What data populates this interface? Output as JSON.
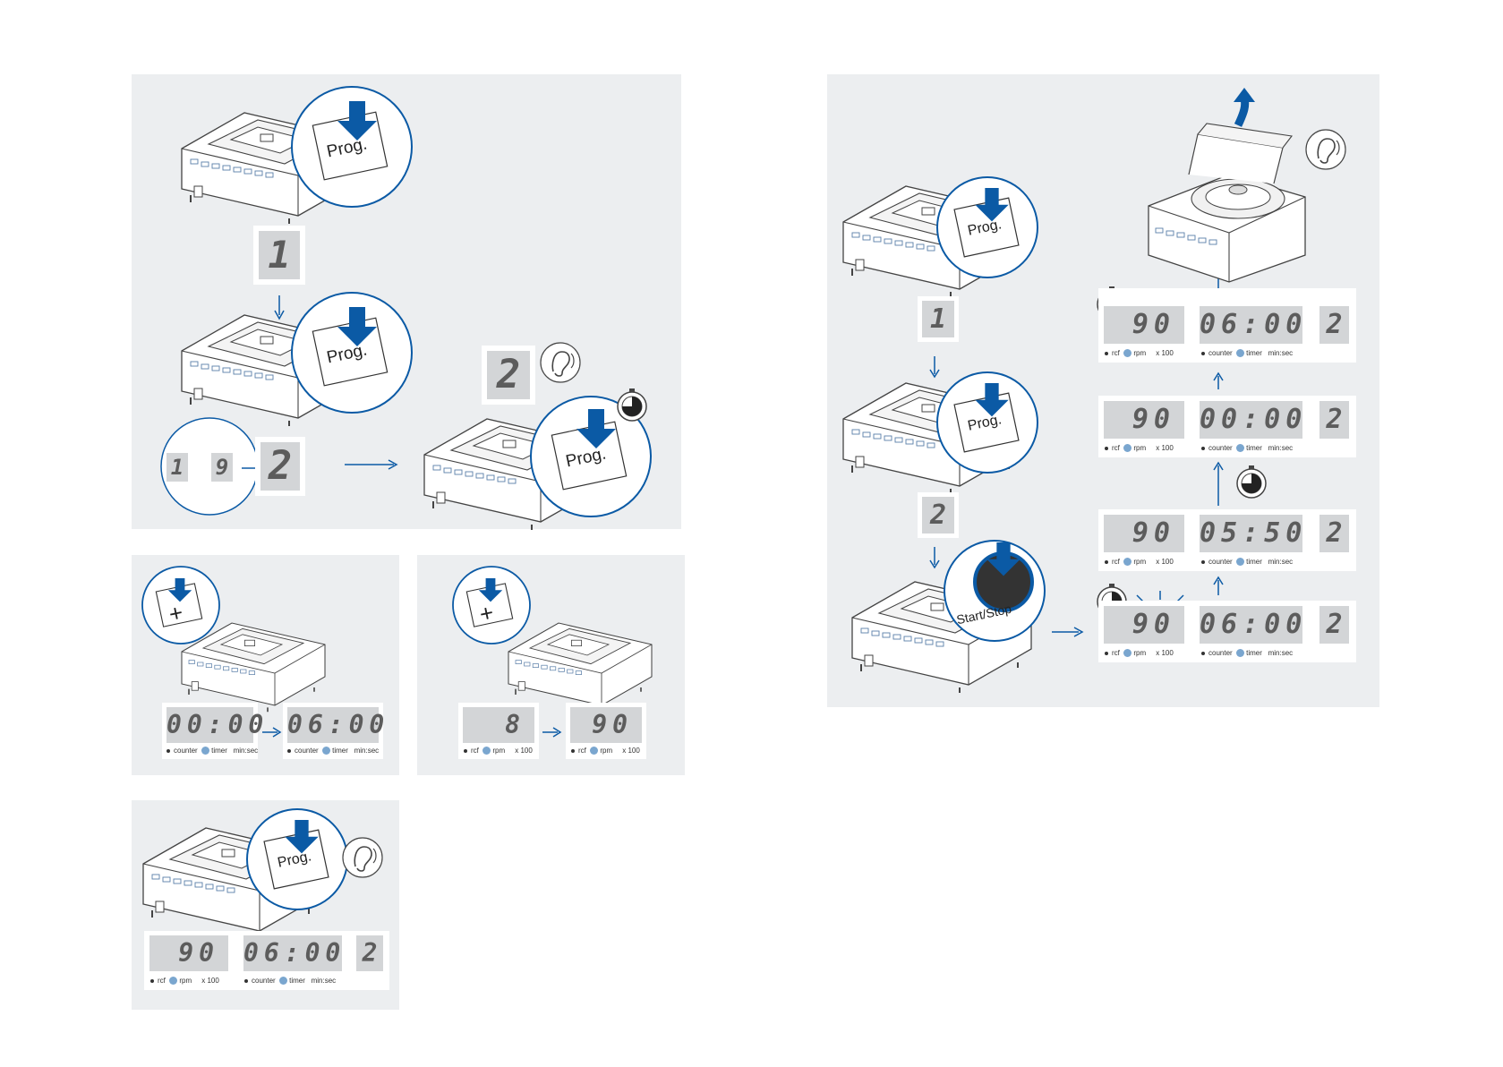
{
  "buttons": {
    "prog": "Prog.",
    "plus": "+",
    "start_stop": "Start/Stop"
  },
  "program_digits": {
    "one": "1",
    "nine": "9",
    "two": "2"
  },
  "labels": {
    "rcf": "rcf",
    "rpm": "rpm",
    "x100": "x 100",
    "counter": "counter",
    "timer": "timer",
    "minsec": "min:sec"
  },
  "panel_time": {
    "before": "00:00",
    "after": "06:00"
  },
  "panel_speed": {
    "before": "8",
    "after": "90"
  },
  "panel_saved": {
    "speed": "90",
    "time": "06:00",
    "program": "2"
  },
  "run_sequence": [
    {
      "speed": "90",
      "time": "06:00",
      "program": "2"
    },
    {
      "speed": "90",
      "time": "00:00",
      "program": "2"
    },
    {
      "speed": "90",
      "time": "05:50",
      "program": "2"
    },
    {
      "speed": "90",
      "time": "06:00",
      "program": "2"
    }
  ],
  "colors": {
    "accent": "#0b5aa5",
    "panel": "#eceef0",
    "lcd": "#d3d5d7"
  },
  "icons": [
    "centrifuge-icon",
    "press-arrow-icon",
    "ear-icon",
    "timer-dial-icon",
    "lid-open-arrow-icon"
  ]
}
